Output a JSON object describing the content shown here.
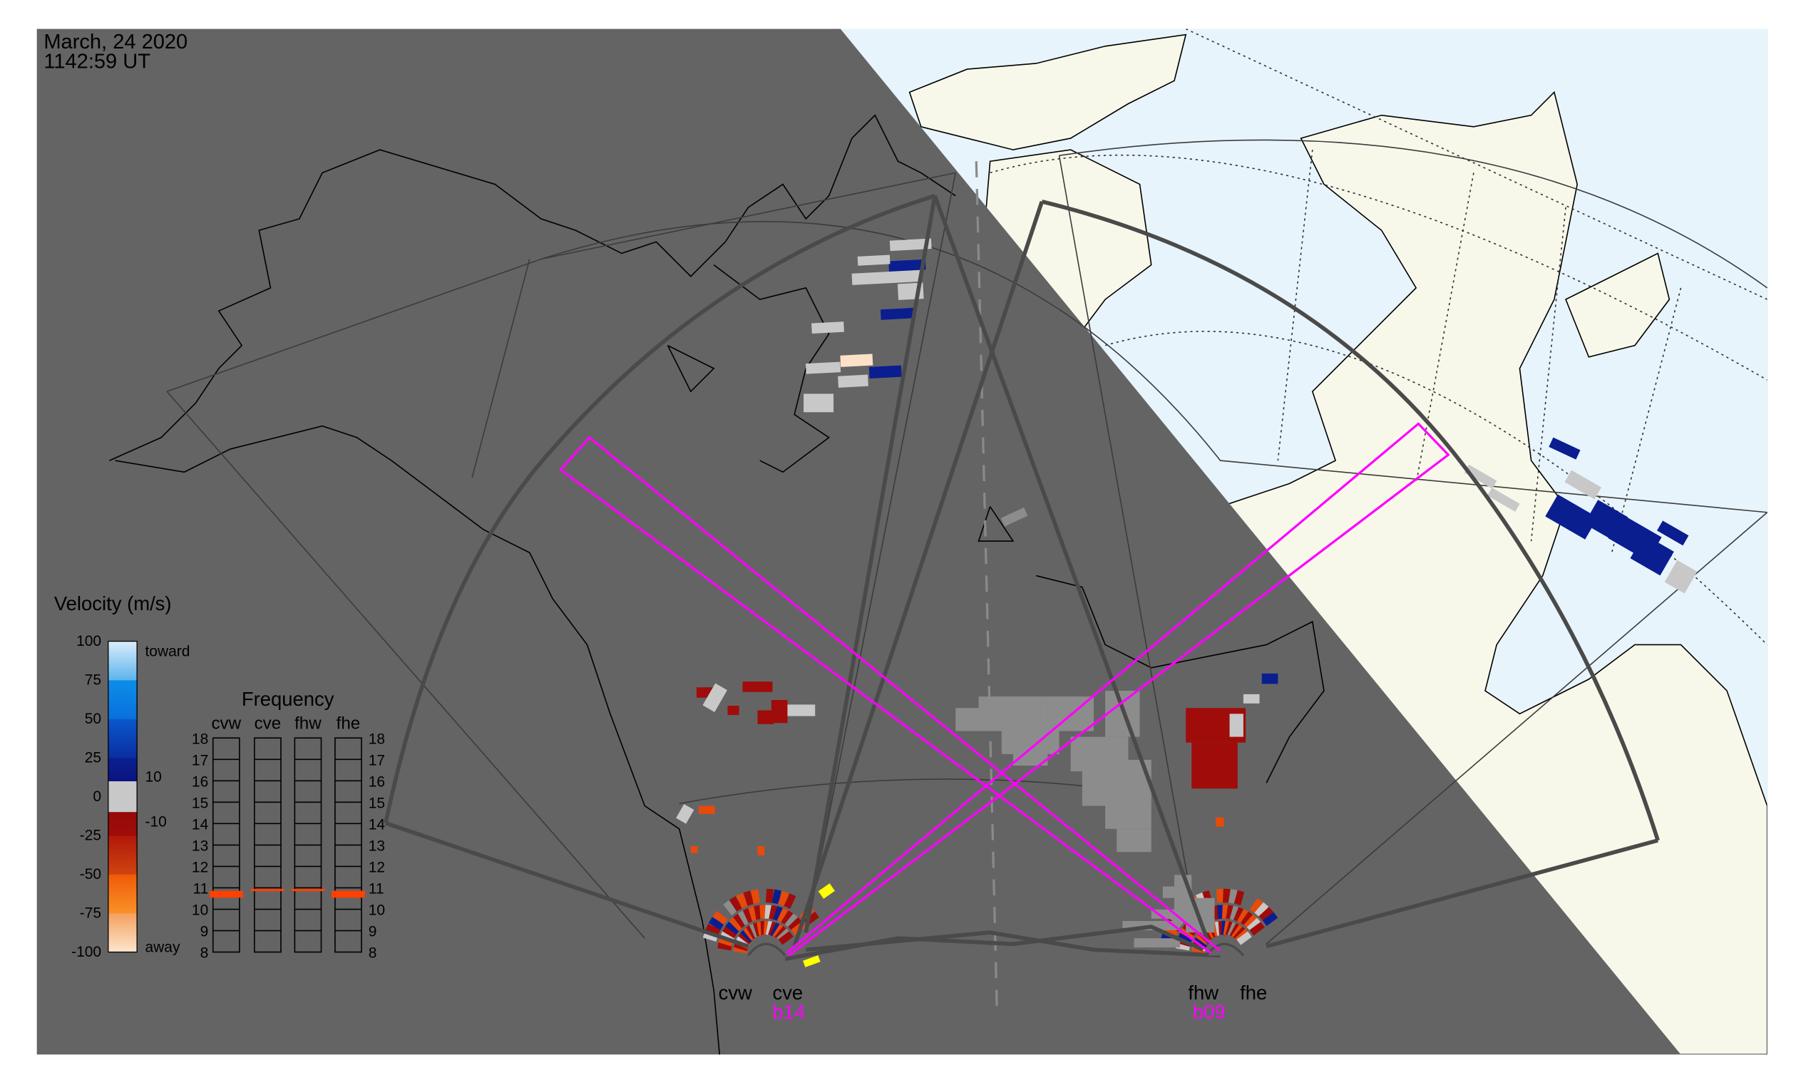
{
  "header": {
    "date": "March, 24 2020",
    "time": "1142:59 UT"
  },
  "velocity_legend": {
    "title": "Velocity (m/s)",
    "ticks": [
      "100",
      "75",
      "50",
      "25",
      "0",
      "-25",
      "-50",
      "-75",
      "-100"
    ],
    "toward_label": "toward",
    "away_label": "away",
    "threshold_high": "10",
    "threshold_low": "-10"
  },
  "frequency_panel": {
    "title": "Frequency",
    "radars": [
      "cvw",
      "cve",
      "fhw",
      "fhe"
    ],
    "ticks": [
      "18",
      "17",
      "16",
      "15",
      "14",
      "13",
      "12",
      "11",
      "10",
      "9",
      "8"
    ],
    "unit_range_mhz": [
      8,
      18
    ],
    "operating_mhz": {
      "cvw": 10.7,
      "cve": 10.9,
      "fhw": 10.9,
      "fhe": 10.7
    }
  },
  "radar_labels": {
    "cvw": "cvw",
    "cve": "cve",
    "fhw": "fhw",
    "fhe": "fhe",
    "cve_beam": "b14",
    "fhw_beam": "b09"
  },
  "colors": {
    "night": "#646464",
    "day_ocean": "#e8f4fc",
    "day_land": "#f8f8ea",
    "beam": "#ff00ff",
    "fov": "#4a4a4a",
    "ground_scatter": "#8c8c8c",
    "low_velocity": "#c8c8c8"
  }
}
